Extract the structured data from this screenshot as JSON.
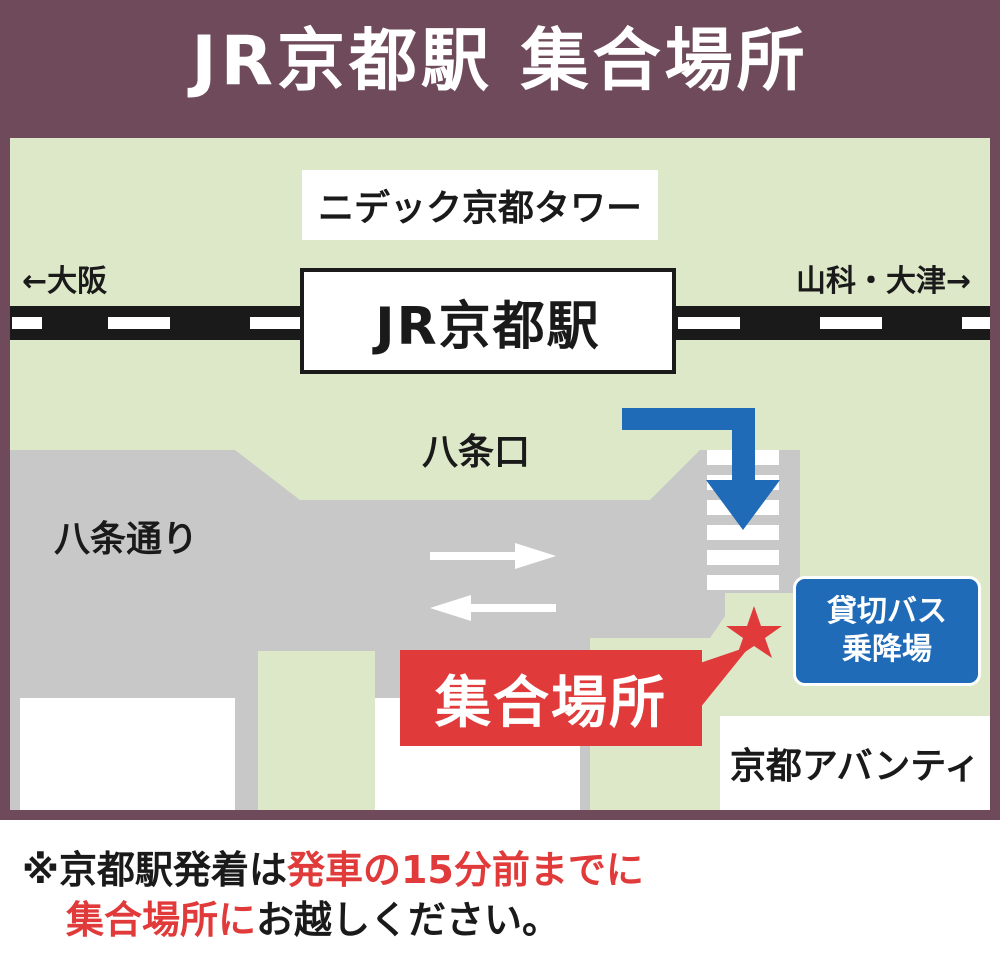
{
  "header": {
    "title": "JR京都駅 集合場所"
  },
  "map": {
    "tower_label": "ニデック京都タワー",
    "station_label": "JR京都駅",
    "dir_left": "←大阪",
    "dir_right": "山科・大津→",
    "exit_label": "八条口",
    "street_label": "八条通り",
    "bus_area_line1": "貸切バス",
    "bus_area_line2": "乗降場",
    "meeting_label": "集合場所",
    "avanti_label": "京都アバンティ",
    "colors": {
      "map_bg": "#dde8c8",
      "road": "#c8c8c8",
      "frame": "#6e4a5a",
      "accent_blue": "#1f6bb8",
      "accent_red": "#e03a3a"
    }
  },
  "footer": {
    "line1": {
      "mark": "※",
      "part1": "京都駅発着",
      "part2": "は",
      "part3": "発車の15分前までに"
    },
    "line2": {
      "part1": "集合場所に",
      "part2": "お越しください。"
    }
  }
}
